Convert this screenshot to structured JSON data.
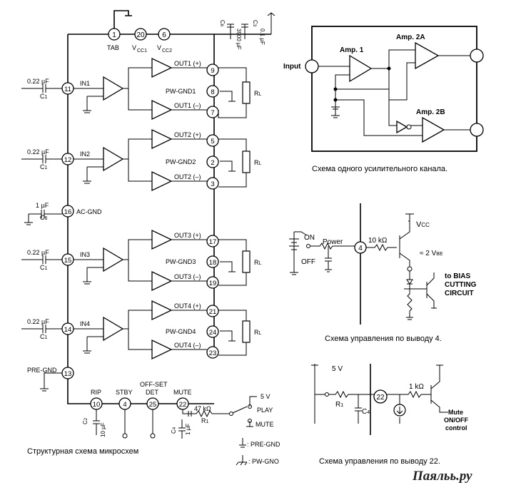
{
  "block_diagram": {
    "caption": "Структурная схема микросхем",
    "pins": {
      "p1": "1",
      "p20": "20",
      "p6": "6",
      "p11": "11",
      "p12": "12",
      "p16": "16",
      "p15": "15",
      "p14": "14",
      "p13": "13",
      "p10": "10",
      "p4": "4",
      "p25": "25",
      "p22": "22",
      "p9": "9",
      "p8": "8",
      "p7": "7",
      "p5": "5",
      "p2": "2",
      "p3": "3",
      "p17": "17",
      "p18": "18",
      "p19": "19",
      "p21": "21",
      "p24": "24",
      "p23": "23"
    },
    "labels": {
      "tab": "TAB",
      "vcc1": "V",
      "vcc1_sub": "CC1",
      "vcc2": "V",
      "vcc2_sub": "CC2",
      "c6_cap": "C",
      "c6_sub": "6",
      "c6_val": "3900 µF",
      "c3_cap": "C",
      "c3_sub": "3",
      "c3_val": "0.1 µF",
      "c1_val": "0.22 µF",
      "c1": "C",
      "c1_sub": "1",
      "in1": "IN1",
      "in2": "IN2",
      "in3": "IN3",
      "in4": "IN4",
      "c6b_val": "1 µF",
      "c6b": "C",
      "c6b_sub": "6",
      "acgnd": "AC-GND",
      "pregnd": "PRE-GND",
      "rip": "RIP",
      "stby": "STBY",
      "offset": "OFF-SET",
      "det": "DET",
      "mute": "MUTE",
      "out1p": "OUT1 (+)",
      "pwgnd1": "PW-GND1",
      "out1m": "OUT1 (–)",
      "out2p": "OUT2 (+)",
      "pwgnd2": "PW-GND2",
      "out2m": "OUT2 (–)",
      "out3p": "OUT3 (+)",
      "pwgnd3": "PW-GND3",
      "out3m": "OUT3 (–)",
      "out4p": "OUT4 (+)",
      "pwgnd4": "PW-GND4",
      "out4m": "OUT4 (–)",
      "rl": "R",
      "rl_sub": "L",
      "c2": "C",
      "c2_sub": "2",
      "c2_val": "10 µF",
      "c4": "C",
      "c4_sub": "4",
      "c4_val": "1 µF",
      "r47": "47 kΩ",
      "r1": "R",
      "r1_sub": "1",
      "v5": "5 V",
      "play": "PLAY",
      "mute_sw": "MUTE",
      "legend_pre": ": PRE-GND",
      "legend_pw": ": PW-GNO"
    }
  },
  "channel_diagram": {
    "caption": "Схема одного усилительного канала.",
    "input": "Input",
    "amp1": "Amp. 1",
    "amp2a": "Amp. 2A",
    "amp2b": "Amp. 2B"
  },
  "pin4_circuit": {
    "caption": "Схема управления по выводу 4.",
    "on": "ON",
    "off": "OFF",
    "power": "Power",
    "r10k": "10 kΩ",
    "pin": "4",
    "vcc": "V",
    "vcc_sub": "CC",
    "v2be": "≈ 2 V",
    "v2be_sub": "BE",
    "bias1": "to BIAS",
    "bias2": "CUTTING",
    "bias3": "CIRCUIT"
  },
  "pin22_circuit": {
    "caption": "Схема управления по выводу 22.",
    "v5": "5 V",
    "r1": "R",
    "r1_sub": "1",
    "c4": "C",
    "c4_sub": "4",
    "pin": "22",
    "r1k": "1 kΩ",
    "mute1": "Mute",
    "mute2": "ON/OFF",
    "mute3": "control"
  },
  "watermark": "Паяльь.ру"
}
